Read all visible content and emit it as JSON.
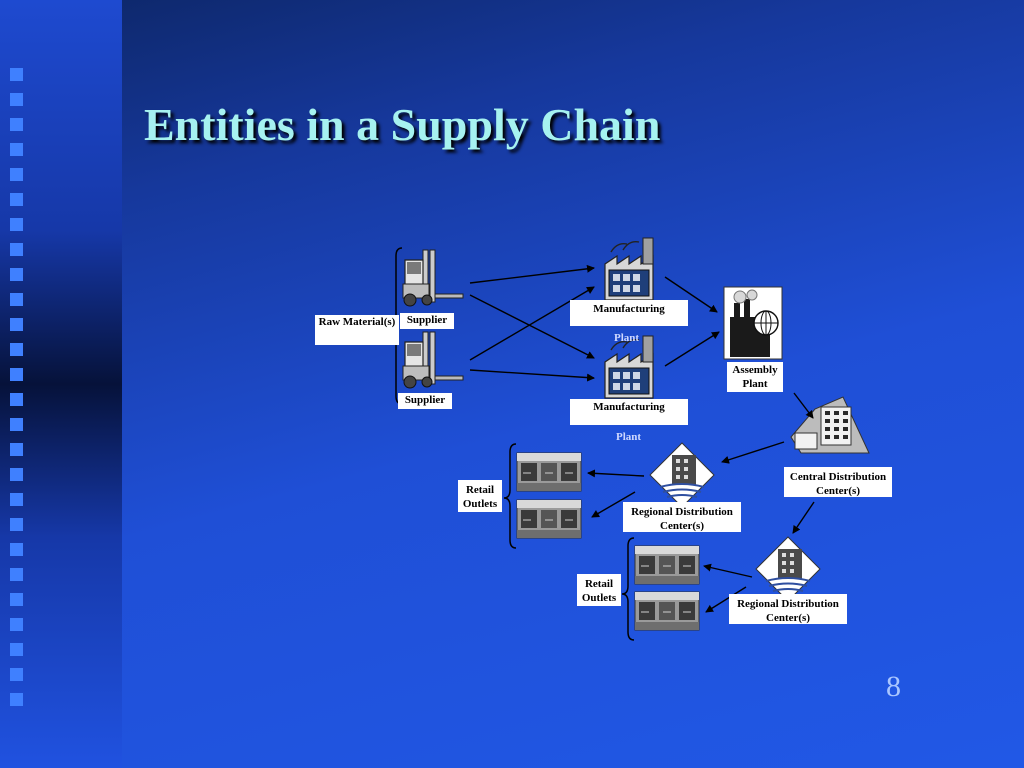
{
  "slide": {
    "title": "Entities in a Supply Chain",
    "page_number": "8"
  },
  "diagram": {
    "raw_materials_label": "Raw Material(s)",
    "supplier_top_label": "Supplier",
    "supplier_bottom_label": "Supplier",
    "manufacturing_top_label": "Manufacturing",
    "manufacturing_top_plant": "Plant",
    "manufacturing_bottom_label": "Manufacturing",
    "manufacturing_bottom_plant": "Plant",
    "assembly_plant_label": "Assembly Plant",
    "central_distribution_label": "Central Distribution Center(s)",
    "regional_distribution_upper_label": "Regional Distribution Center(s)",
    "regional_distribution_lower_label": "Regional Distribution Center(s)",
    "retail_outlets_upper_label": "Retail Outlets",
    "retail_outlets_lower_label": "Retail Outlets"
  },
  "colors": {
    "title": "#a6f2f0",
    "background": "#2158e6",
    "sidebar_squares": "#3f80ff"
  }
}
